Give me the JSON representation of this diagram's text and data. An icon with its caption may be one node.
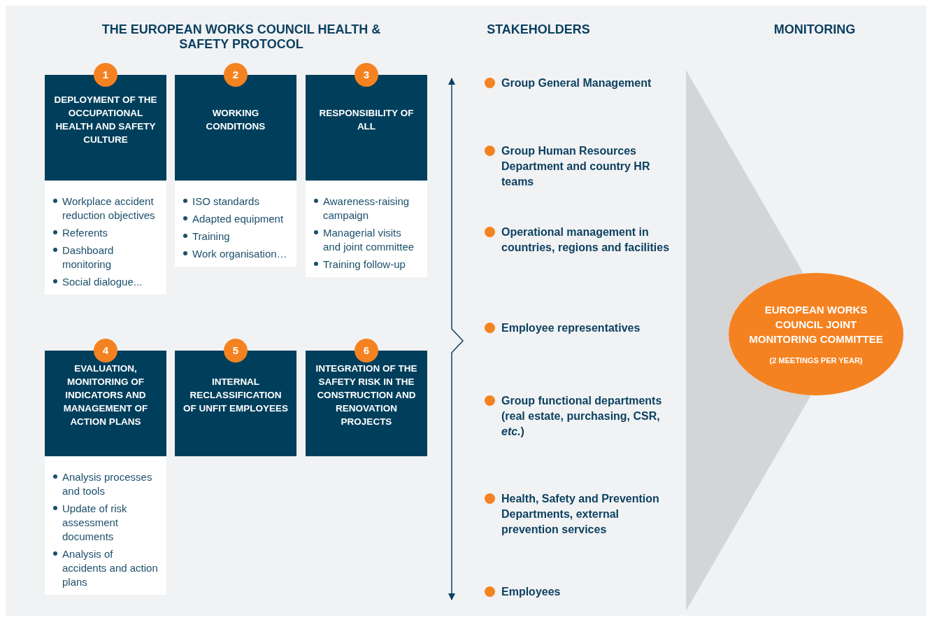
{
  "diagram": {
    "title": "THE EUROPEAN WORKS COUNCIL HEALTH & SAFETY PROTOCOL",
    "nodes": [
      {
        "text": [
          "1",
          "DEPLOYMENT OF THE OCCUPATIONAL HEALTH AND SAFETY CULTURE",
          "Workplace accident reduction objectives",
          "Referents",
          "Dashboard monitoring",
          "Social dialogue..."
        ]
      },
      {
        "text": [
          "2",
          "WORKING CONDITIONS",
          "ISO standards",
          "Adapted equipment",
          "Training",
          "Work organisation…"
        ]
      },
      {
        "text": [
          "3",
          "RESPONSIBILITY OF ALL",
          "Awareness-raising campaign",
          "Managerial visits and joint committee",
          "Training follow-up"
        ]
      },
      {
        "text": [
          "4",
          "EVALUATION, MONITORING OF INDICATORS AND MANAGEMENT OF ACTION PLANS",
          "Analysis processes and tools",
          "Update of risk assessment documents",
          "Analysis of accidents and action plans"
        ]
      },
      {
        "text": [
          "5",
          "INTERNAL RECLASSIFICATION OF UNFIT EMPLOYEES"
        ]
      },
      {
        "text": [
          "6",
          "INTEGRATION OF THE SAFETY RISK IN THE CONSTRUCTION AND RENOVATION PROJECTS"
        ]
      },
      {
        "text": [
          "EUROPEAN WORKS COUNCIL JOINT MONITORING COMMITTEE",
          "(2 MEETINGS PER YEAR)"
        ]
      },
      {
        "text": [],
        "shape": "triangle"
      }
    ],
    "labels": [
      "STAKEHOLDERS",
      "MONITORING",
      "Group General Management",
      "Group Human Resources Department and country HR teams",
      "Operational management in countries, regions and facilities",
      "Employee representatives",
      "Group functional departments (real estate, purchasing, CSR, *etc.*)",
      "Health, Safety and Prevention Departments, external prevention services",
      "Employees"
    ]
  }
}
